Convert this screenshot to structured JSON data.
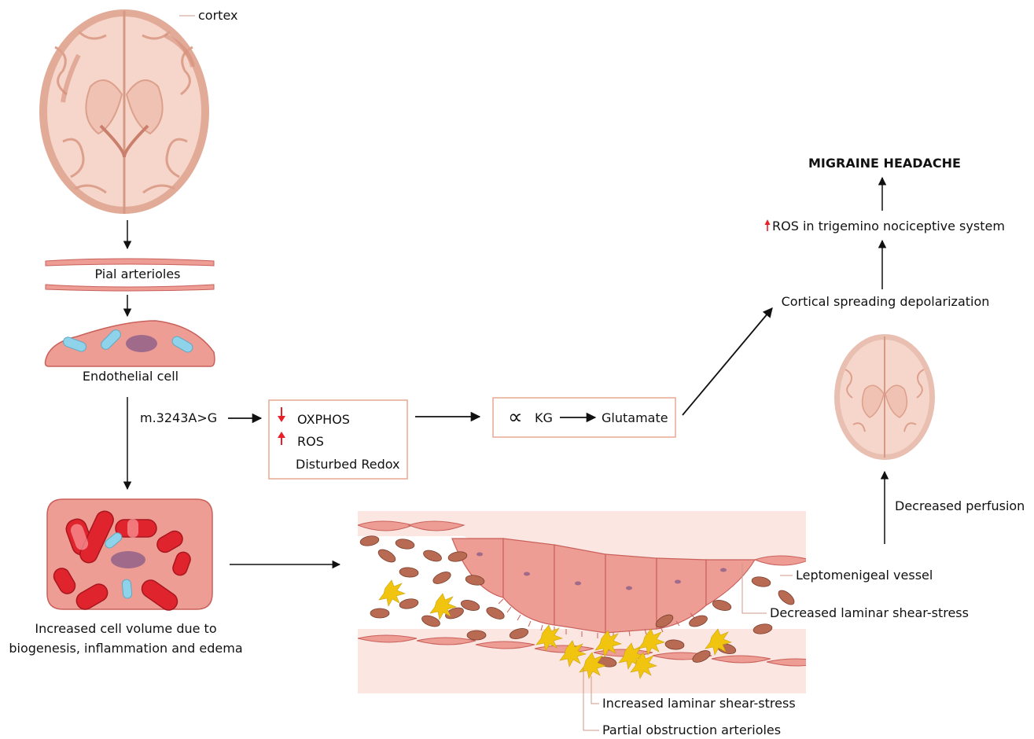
{
  "labels": {
    "cortex": "cortex",
    "pial_arterioles": "Pial arterioles",
    "endothelial_cell": "Endothelial cell",
    "mutation": "m.3243A>G",
    "oxphos": "OXPHOS",
    "ros": "ROS",
    "disturbed_redox": "Disturbed Redox",
    "alpha_symbol": "∝",
    "kg": "KG",
    "glutamate": "Glutamate",
    "migraine_headache": "MIGRAINE HEADACHE",
    "ros_trigemino": "ROS in trigemino nociceptive system",
    "cortical_spreading": "Cortical spreading depolarization",
    "decreased_perfusion": "Decreased perfusion",
    "leptomeningeal_vessel": "Leptomenigeal vessel",
    "decreased_shear": "Decreased laminar shear-stress",
    "increased_shear": "Increased laminar shear-stress",
    "partial_obstruction": "Partial obstruction arterioles",
    "increased_volume_line1": "Increased cell volume due to",
    "increased_volume_line2": "biogenesis, inflammation and edema"
  },
  "indicators": {
    "oxphos": "down-arrow-icon",
    "ros": "up-arrow-icon",
    "ros_trigemino": "up-arrow-icon"
  },
  "colors": {
    "arrow_down_up": "#e8202a",
    "box_border": "#e9a892",
    "cell_fill": "#ee9d95",
    "cell_stroke": "#c9605a",
    "mito_red": "#e0242e",
    "mito_blue": "#8fd3ea",
    "rbc": "#b86a52",
    "platelet": "#f1c40f",
    "brain_base": "#f6d6cb",
    "brain_cortex": "#e0a996"
  }
}
